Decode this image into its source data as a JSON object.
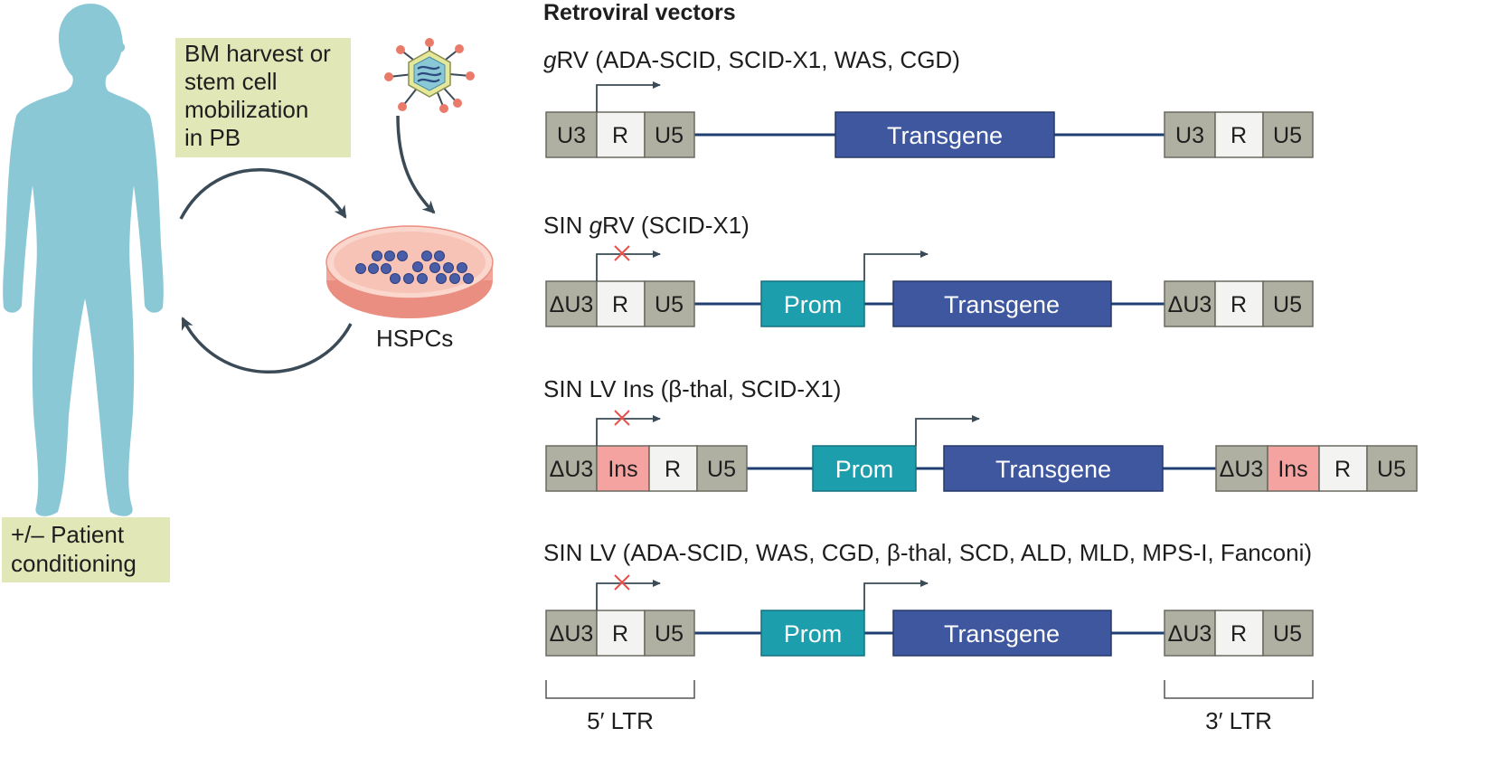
{
  "left_panel": {
    "harvest_label": [
      "BM harvest or",
      "stem cell",
      "mobilization",
      "in PB"
    ],
    "conditioning_label": [
      "+/– Patient",
      "conditioning"
    ],
    "hspcs_label": "HSPCs",
    "icons": [
      "patient-silhouette",
      "virus-particle",
      "culture-dish",
      "cycle-arrows"
    ]
  },
  "right_panel": {
    "title": "Retroviral vectors",
    "vectors": [
      {
        "id": "grv",
        "prefix": "",
        "italic": "g",
        "rest": "RV (ADA-SCID, SCID-X1, WAS, CGD)"
      },
      {
        "id": "sin-grv",
        "prefix": "SIN ",
        "italic": "g",
        "rest": "RV (SCID-X1)"
      },
      {
        "id": "sin-lv-ins",
        "prefix": "",
        "italic": "",
        "rest": "SIN LV Ins (β-thal, SCID-X1)"
      },
      {
        "id": "sin-lv",
        "prefix": "",
        "italic": "",
        "rest": "SIN LV (ADA-SCID, WAS, CGD, β-thal, SCD, ALD, MLD, MPS-I, Fanconi)"
      }
    ],
    "segments": {
      "u3": "U3",
      "du3": "ΔU3",
      "r": "R",
      "u5": "U5",
      "ins": "Ins",
      "prom": "Prom",
      "transgene": "Transgene"
    },
    "ltr_labels": {
      "five_prime": "5′ LTR",
      "three_prime": "3′ LTR"
    }
  },
  "colors": {
    "body": "#8bc8d6",
    "label_box": "#e2e7b8",
    "ltr_segment": "#b0b0a2",
    "r_segment": "#f3f3f1",
    "ins_segment": "#f4a3a0",
    "prom": "#1d9eac",
    "transgene": "#3e579e",
    "line": "#1f3f72",
    "arrow": "#3a4a56",
    "cross": "#e8504b",
    "dish": "#f3b3a6",
    "cell": "#4a5ea8"
  }
}
